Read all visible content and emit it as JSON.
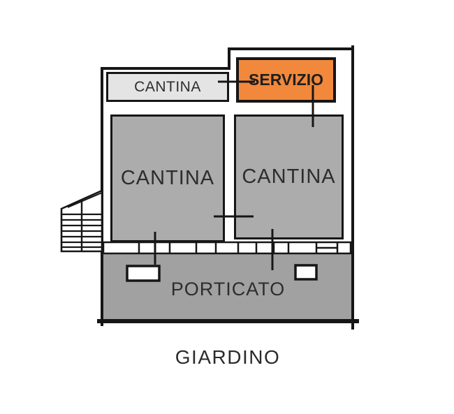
{
  "plan": {
    "type": "floor-plan",
    "rooms": {
      "cantina_bar": {
        "label": "CANTINA"
      },
      "servizio": {
        "label": "SERVIZIO"
      },
      "cantina_left": {
        "label": "CANTINA"
      },
      "cantina_right": {
        "label": "CANTINA"
      },
      "porticato": {
        "label": "PORTICATO"
      }
    },
    "outdoor": {
      "garden": {
        "label": "GIARDINO"
      }
    },
    "features": {
      "staircase": "external-staircase",
      "window_strip": "row-of-basement-openings",
      "pillar_count": 2,
      "door_markers": 4
    },
    "colors": {
      "servizio_fill": "#f2883b",
      "cantina_fill": "#acacac",
      "cantina_bar_fill": "#e4e4e4",
      "porticato_fill": "#a1a1a1",
      "wall_line": "#161616",
      "background": "#ffffff"
    }
  }
}
